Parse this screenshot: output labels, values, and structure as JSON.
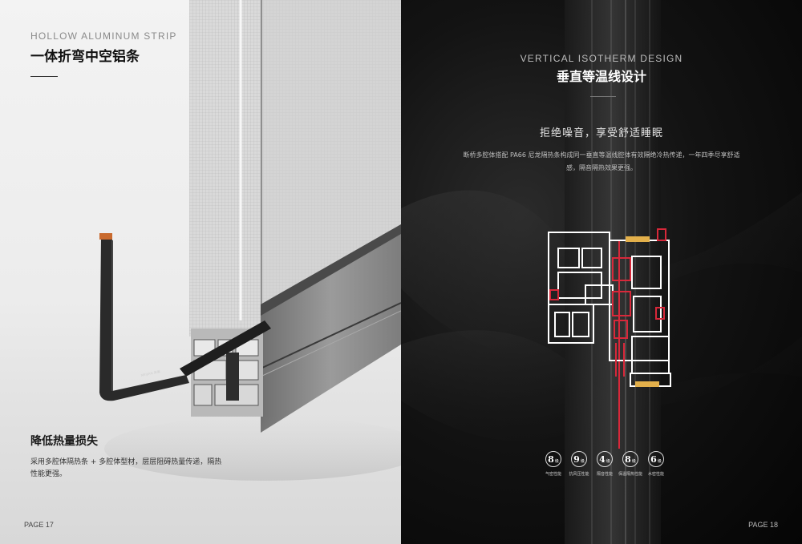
{
  "left_page": {
    "en_title": "HOLLOW ALUMINUM STRIP",
    "cn_title": "一体折弯中空铝条",
    "sub_heading": "降低热量损失",
    "body_text": "采用多腔体隔热条 + 多腔体型材，层层阻碍热量传递，隔热性能更强。",
    "page_number": "PAGE 17",
    "strip_brand": "MEIJIAN 美巢"
  },
  "right_page": {
    "en_title": "VERTICAL ISOTHERM DESIGN",
    "cn_title": "垂直等温线设计",
    "headline": "拒绝噪音，享受舒适睡眠",
    "description": "断桥多腔体搭配 PA66 尼龙隔热条构成同一垂直等温线腔体有效隔绝冷热传递，一年四季尽享舒适感，隔音隔热效果更强。",
    "page_number": "PAGE 18",
    "specs": [
      {
        "value": "8",
        "unit": "级",
        "label": "气密性能"
      },
      {
        "value": "9",
        "unit": "级",
        "label": "抗风压性能"
      },
      {
        "value": "4",
        "unit": "级",
        "label": "隔音性能"
      },
      {
        "value": "8",
        "unit": "级",
        "label": "保温隔热性能"
      },
      {
        "value": "6",
        "unit": "级",
        "label": "水密性能"
      }
    ]
  },
  "colors": {
    "left_background": "#ececec",
    "right_background": "#0a0a0a",
    "thermal_line": "#d8283a",
    "gasket": "#e3b04b"
  }
}
